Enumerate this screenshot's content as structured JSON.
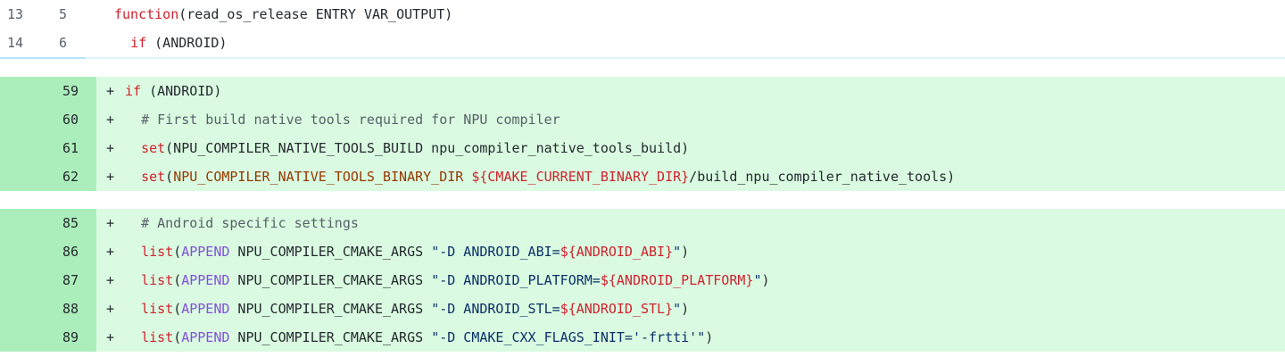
{
  "context_lines": [
    {
      "old": "13",
      "new": "5",
      "parts": [
        {
          "t": "function",
          "c": "kw-red"
        },
        {
          "t": "(read_os_release ENTRY VAR_OUTPUT)",
          "c": ""
        }
      ]
    },
    {
      "old": "14",
      "new": "6",
      "parts": [
        {
          "t": "  ",
          "c": ""
        },
        {
          "t": "if",
          "c": "kw-red"
        },
        {
          "t": " (ANDROID)",
          "c": ""
        }
      ]
    }
  ],
  "hunk1": [
    {
      "ln": "59",
      "marker": "+",
      "parts": [
        {
          "t": "if",
          "c": "kw-red"
        },
        {
          "t": " (ANDROID)",
          "c": ""
        }
      ]
    },
    {
      "ln": "60",
      "marker": "+",
      "parts": [
        {
          "t": "  ",
          "c": ""
        },
        {
          "t": "# First build native tools required for NPU compiler",
          "c": "comment"
        }
      ]
    },
    {
      "ln": "61",
      "marker": "+",
      "parts": [
        {
          "t": "  ",
          "c": ""
        },
        {
          "t": "set",
          "c": "kw-red"
        },
        {
          "t": "(NPU_COMPILER_NATIVE_TOOLS_BUILD npu_compiler_native_tools_build)",
          "c": ""
        }
      ]
    },
    {
      "ln": "62",
      "marker": "+",
      "parts": [
        {
          "t": "  ",
          "c": ""
        },
        {
          "t": "set",
          "c": "kw-red"
        },
        {
          "t": "(",
          "c": ""
        },
        {
          "t": "NPU_COMPILER_NATIVE_TOOLS_BINARY_DIR",
          "c": "var-orange"
        },
        {
          "t": " ",
          "c": ""
        },
        {
          "t": "${CMAKE_CURRENT_BINARY_DIR}",
          "c": "var-red"
        },
        {
          "t": "/build_npu_compiler_native_tools)",
          "c": ""
        }
      ]
    }
  ],
  "hunk2": [
    {
      "ln": "85",
      "marker": "+",
      "parts": [
        {
          "t": "  ",
          "c": ""
        },
        {
          "t": "# Android specific settings",
          "c": "comment"
        }
      ]
    },
    {
      "ln": "86",
      "marker": "+",
      "parts": [
        {
          "t": "  ",
          "c": ""
        },
        {
          "t": "list",
          "c": "kw-red"
        },
        {
          "t": "(",
          "c": ""
        },
        {
          "t": "APPEND",
          "c": "kw-purple"
        },
        {
          "t": " NPU_COMPILER_CMAKE_ARGS ",
          "c": ""
        },
        {
          "t": "\"-D ANDROID_ABI=",
          "c": "str-blue"
        },
        {
          "t": "${ANDROID_ABI}",
          "c": "var-red"
        },
        {
          "t": "\"",
          "c": "str-blue"
        },
        {
          "t": ")",
          "c": ""
        }
      ]
    },
    {
      "ln": "87",
      "marker": "+",
      "parts": [
        {
          "t": "  ",
          "c": ""
        },
        {
          "t": "list",
          "c": "kw-red"
        },
        {
          "t": "(",
          "c": ""
        },
        {
          "t": "APPEND",
          "c": "kw-purple"
        },
        {
          "t": " NPU_COMPILER_CMAKE_ARGS ",
          "c": ""
        },
        {
          "t": "\"-D ANDROID_PLATFORM=",
          "c": "str-blue"
        },
        {
          "t": "${ANDROID_PLATFORM}",
          "c": "var-red"
        },
        {
          "t": "\"",
          "c": "str-blue"
        },
        {
          "t": ")",
          "c": ""
        }
      ]
    },
    {
      "ln": "88",
      "marker": "+",
      "parts": [
        {
          "t": "  ",
          "c": ""
        },
        {
          "t": "list",
          "c": "kw-red"
        },
        {
          "t": "(",
          "c": ""
        },
        {
          "t": "APPEND",
          "c": "kw-purple"
        },
        {
          "t": " NPU_COMPILER_CMAKE_ARGS ",
          "c": ""
        },
        {
          "t": "\"-D ANDROID_STL=",
          "c": "str-blue"
        },
        {
          "t": "${ANDROID_STL}",
          "c": "var-red"
        },
        {
          "t": "\"",
          "c": "str-blue"
        },
        {
          "t": ")",
          "c": ""
        }
      ]
    },
    {
      "ln": "89",
      "marker": "+",
      "parts": [
        {
          "t": "  ",
          "c": ""
        },
        {
          "t": "list",
          "c": "kw-red"
        },
        {
          "t": "(",
          "c": ""
        },
        {
          "t": "APPEND",
          "c": "kw-purple"
        },
        {
          "t": " NPU_COMPILER_CMAKE_ARGS ",
          "c": ""
        },
        {
          "t": "\"-D CMAKE_CXX_FLAGS_INIT='-frtti'\"",
          "c": "str-blue"
        },
        {
          "t": ")",
          "c": ""
        }
      ]
    }
  ]
}
